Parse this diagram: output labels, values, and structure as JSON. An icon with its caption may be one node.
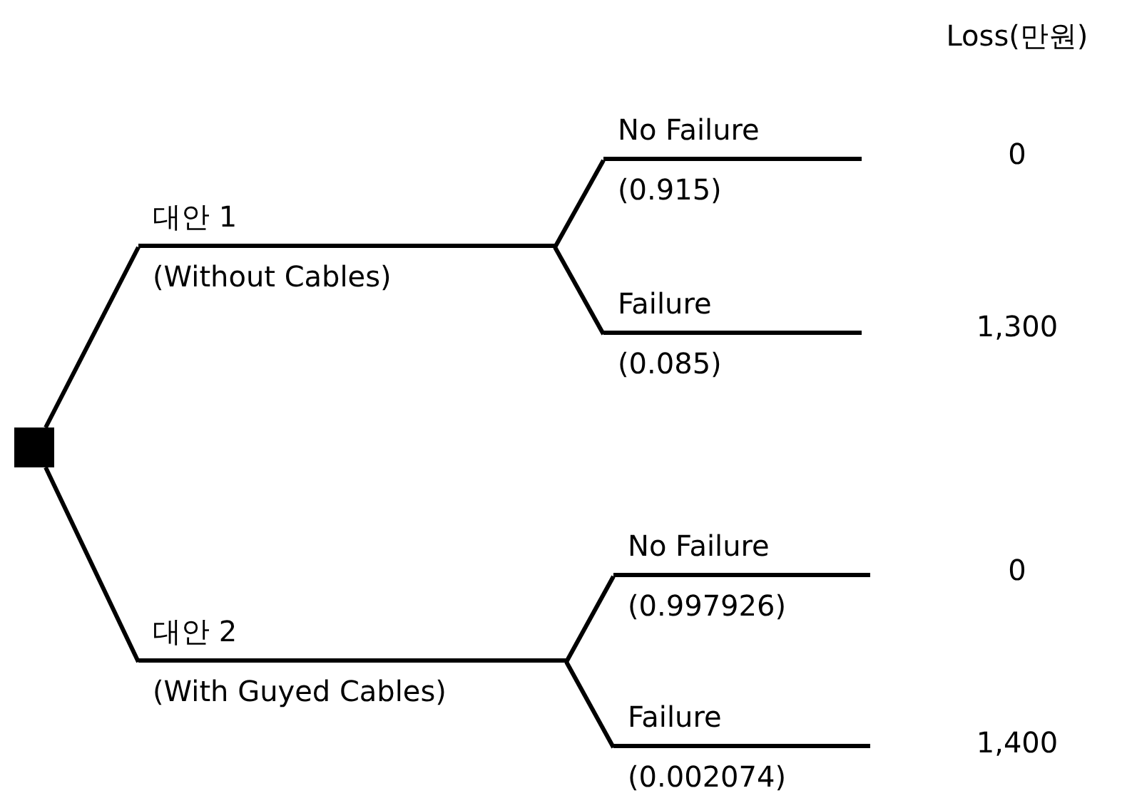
{
  "diagram": {
    "nodes": [
      {
        "text": [],
        "shape": "box"
      },
      {
        "text": [
          "대안 1",
          "(Without Cables)"
        ]
      },
      {
        "text": [
          "대안 2",
          "(With Guyed Cables)"
        ]
      },
      {
        "text": [
          "No Failure",
          "(0.915)"
        ]
      },
      {
        "text": [
          "Failure",
          "(0.085)"
        ]
      },
      {
        "text": [
          "No Failure",
          "(0.997926)"
        ]
      },
      {
        "text": [
          "Failure",
          "(0.002074)"
        ]
      }
    ],
    "edges": [
      {
        "from": 0,
        "to": 1,
        "arrow": "none"
      },
      {
        "from": 0,
        "to": 2,
        "arrow": "none"
      },
      {
        "from": 1,
        "to": 3,
        "arrow": "none"
      },
      {
        "from": 1,
        "to": 4,
        "arrow": "none"
      },
      {
        "from": 2,
        "to": 5,
        "arrow": "none"
      },
      {
        "from": 2,
        "to": 6,
        "arrow": "none"
      }
    ],
    "labels": [
      "Loss(만원)",
      "0",
      "1,300",
      "0",
      "1,400"
    ]
  }
}
